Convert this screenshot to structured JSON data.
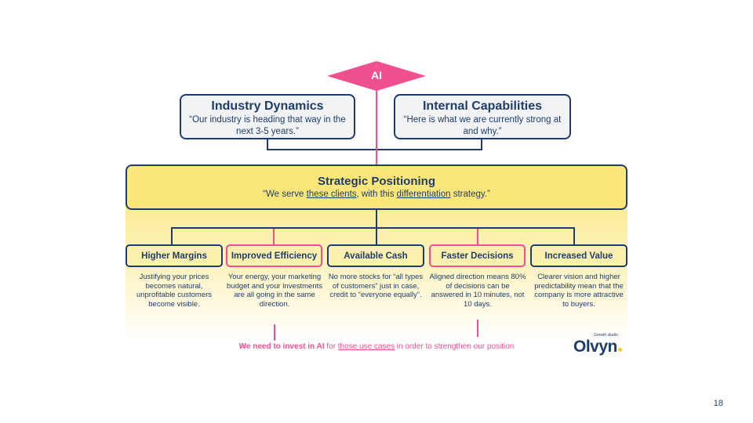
{
  "ai_label": "AI",
  "industry": {
    "title": "Industry Dynamics",
    "quote": "“Our industry is heading that way in the next 3-5 years.”"
  },
  "internal": {
    "title": "Internal Capabilities",
    "quote": "“Here is what we are currently strong at and why.”"
  },
  "strategic": {
    "title": "Strategic Positioning",
    "q1": "“We serve ",
    "u1": "these clients",
    "q2": ", with this ",
    "u2": "differentiation",
    "q3": " strategy.”"
  },
  "pillars": [
    {
      "title": "Higher Margins",
      "desc": "Justifying your prices becomes natural, unprofitable customers become visible."
    },
    {
      "title": "Improved Efficiency",
      "desc": "Your energy, your marketing budget and your investments are all going in the same direction."
    },
    {
      "title": "Available Cash",
      "desc": "No more stocks for “all types of customers” just in case, credit to “everyone equally”."
    },
    {
      "title": "Faster Decisions",
      "desc": "Aligned direction means 80% of decisions can be answered in 10 minutes, not 10 days."
    },
    {
      "title": "Increased Value",
      "desc": "Clearer vision and higher predictability mean that the company is more attractive to buyers."
    }
  ],
  "conclusion": {
    "bold": "We need to invest in AI",
    "t1": " for ",
    "u": "those use cases",
    "t2": " in order to strengthen our position"
  },
  "logo": {
    "name": "Olvyn",
    "tagline": "Growth studio"
  },
  "page_number": "18",
  "colors": {
    "navy": "#1f3d6b",
    "pink": "#f0508f",
    "yellow": "#fbe67a"
  }
}
